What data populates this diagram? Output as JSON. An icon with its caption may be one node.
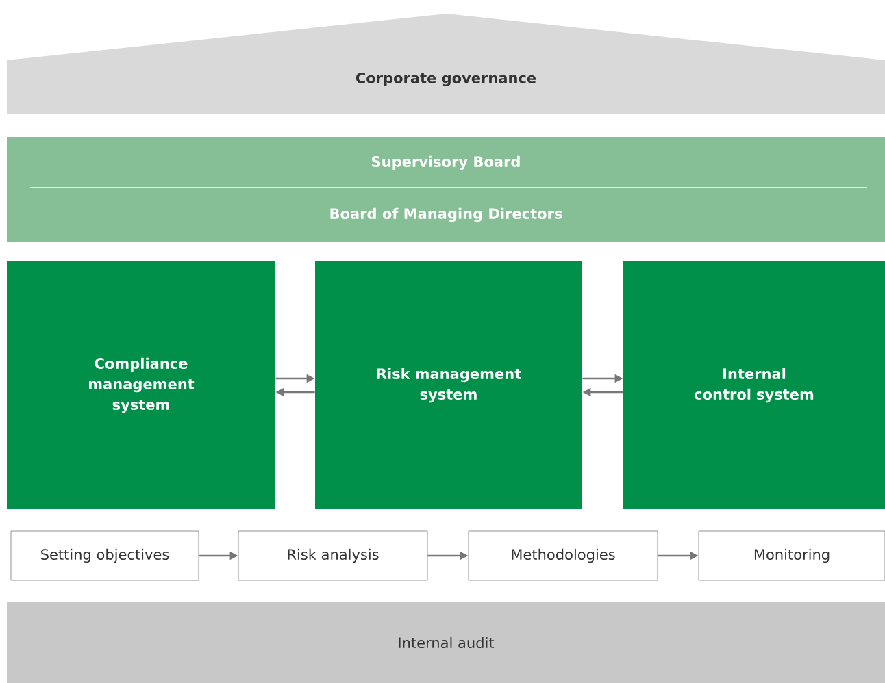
{
  "diagram": {
    "nodes": [
      {
        "text": [
          "Corporate governance"
        ]
      },
      {
        "text": [
          "Supervisory Board",
          "Board of Managing Directors"
        ]
      },
      {
        "text": [
          "Compliance management system"
        ]
      },
      {
        "text": [
          "Risk management system"
        ]
      },
      {
        "text": [
          "Internal control system"
        ]
      },
      {
        "text": [
          "Setting objectives"
        ]
      },
      {
        "text": [
          "Risk analysis"
        ]
      },
      {
        "text": [
          "Methodologies"
        ]
      },
      {
        "text": [
          "Monitoring"
        ]
      },
      {
        "text": [
          "Internal audit"
        ]
      }
    ],
    "edges": [
      {
        "from": 2,
        "to": 3,
        "arrow": "to"
      },
      {
        "from": 3,
        "to": 2,
        "arrow": "to"
      },
      {
        "from": 3,
        "to": 4,
        "arrow": "to"
      },
      {
        "from": 4,
        "to": 3,
        "arrow": "to"
      },
      {
        "from": 5,
        "to": 6,
        "arrow": "to"
      },
      {
        "from": 6,
        "to": 7,
        "arrow": "to"
      },
      {
        "from": 7,
        "to": 8,
        "arrow": "to"
      }
    ]
  }
}
